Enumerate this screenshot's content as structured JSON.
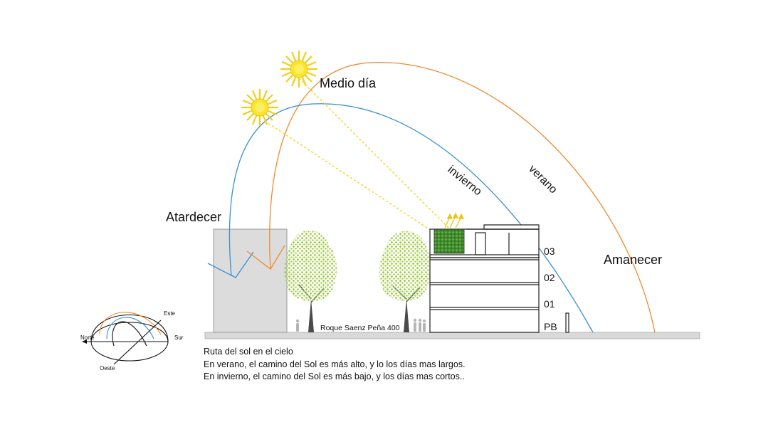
{
  "labels": {
    "noon": "Medio día",
    "sunset": "Atardecer",
    "sunrise": "Amanecer",
    "winter": "invierno",
    "summer": "verano",
    "street": "Roque Saenz Peña 400"
  },
  "floors": [
    "03",
    "02",
    "01",
    "PB"
  ],
  "compass": {
    "north": "Norte",
    "south": "Sur",
    "east": "Este",
    "west": "Oeste"
  },
  "caption": {
    "line1": "Ruta del sol en el cielo",
    "line2": "En verano, el camino del Sol es más alto, y lo los días mas largos.",
    "line3": "En invierno, el camino del Sol es más bajo, y los días mas cortos.."
  },
  "colors": {
    "summer_path": "#f08a2c",
    "winter_path": "#3a8fd4",
    "sun": "#f7e01c",
    "sun_ray_dash": "#f5d21a",
    "tree": "#9cc83a",
    "ground": "#d9d9d9",
    "neighbor_building": "#dcdcdc"
  }
}
